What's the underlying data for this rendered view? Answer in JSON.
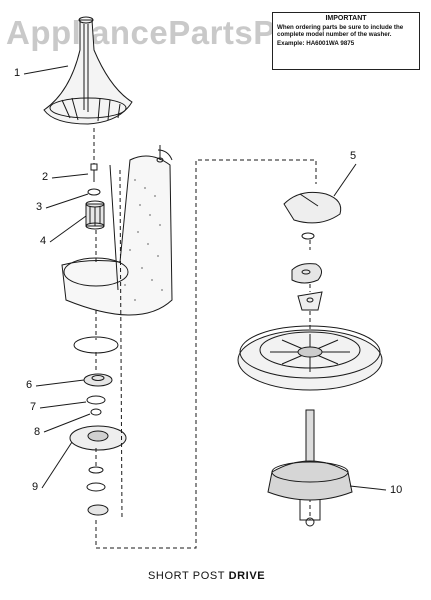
{
  "watermark": "AppliancePartsPros.com",
  "note": {
    "title": "IMPORTANT",
    "body": "When ordering parts be sure to include the complete model number of the washer.",
    "example": "Example: HA6001WA 9875"
  },
  "callouts": [
    "1",
    "2",
    "3",
    "4",
    "5",
    "6",
    "7",
    "8",
    "9",
    "10"
  ],
  "caption": {
    "prefix": "SHORT POST",
    "emph": "DRIVE"
  },
  "colors": {
    "line": "#1a1a1a",
    "watermark": "#c9c9c9",
    "background": "#ffffff"
  }
}
